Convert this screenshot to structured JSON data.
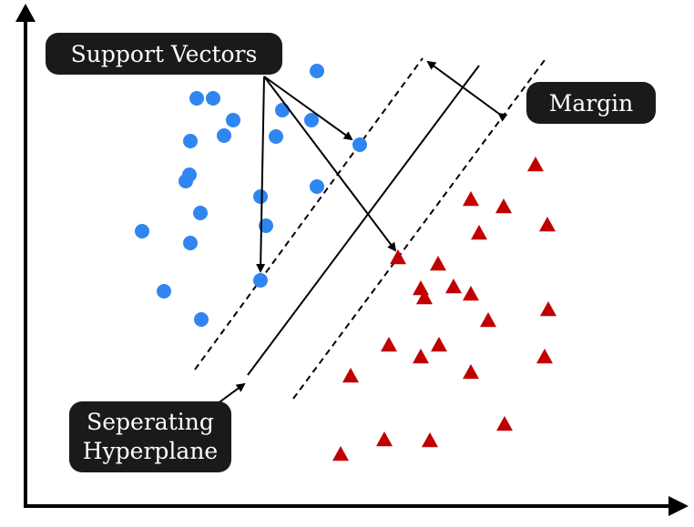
{
  "labels": {
    "support_vectors": "Support Vectors",
    "margin": "Margin",
    "hyperplane_line1": "Seperating",
    "hyperplane_line2": "Hyperplane"
  },
  "colors": {
    "class_a": "#2f86f0",
    "class_b": "#c00000",
    "line": "#000000",
    "label_bg": "#1a1a1a"
  },
  "chart_data": {
    "type": "scatter",
    "series": [
      {
        "marker": "circle",
        "color": "#2f86f0",
        "points": [
          [
            216,
            108
          ],
          [
            234,
            108
          ],
          [
            348,
            78
          ],
          [
            256,
            132
          ],
          [
            310,
            121
          ],
          [
            342,
            132
          ],
          [
            246,
            149
          ],
          [
            303,
            150
          ],
          [
            209,
            155
          ],
          [
            395,
            159
          ],
          [
            208,
            192
          ],
          [
            204,
            199
          ],
          [
            348,
            205
          ],
          [
            286,
            216
          ],
          [
            220,
            234
          ],
          [
            292,
            248
          ],
          [
            156,
            254
          ],
          [
            209,
            267
          ],
          [
            286,
            308
          ],
          [
            180,
            320
          ],
          [
            221,
            351
          ]
        ]
      },
      {
        "marker": "triangle",
        "color": "#c00000",
        "points": [
          [
            588,
            181
          ],
          [
            517,
            219
          ],
          [
            553,
            227
          ],
          [
            601,
            247
          ],
          [
            526,
            256
          ],
          [
            437,
            283
          ],
          [
            481,
            290
          ],
          [
            462,
            317
          ],
          [
            498,
            315
          ],
          [
            517,
            323
          ],
          [
            466,
            327
          ],
          [
            536,
            352
          ],
          [
            602,
            340
          ],
          [
            427,
            379
          ],
          [
            482,
            379
          ],
          [
            462,
            392
          ],
          [
            598,
            392
          ],
          [
            385,
            413
          ],
          [
            517,
            409
          ],
          [
            554,
            466
          ],
          [
            422,
            483
          ],
          [
            472,
            484
          ],
          [
            374,
            499
          ]
        ]
      }
    ]
  }
}
